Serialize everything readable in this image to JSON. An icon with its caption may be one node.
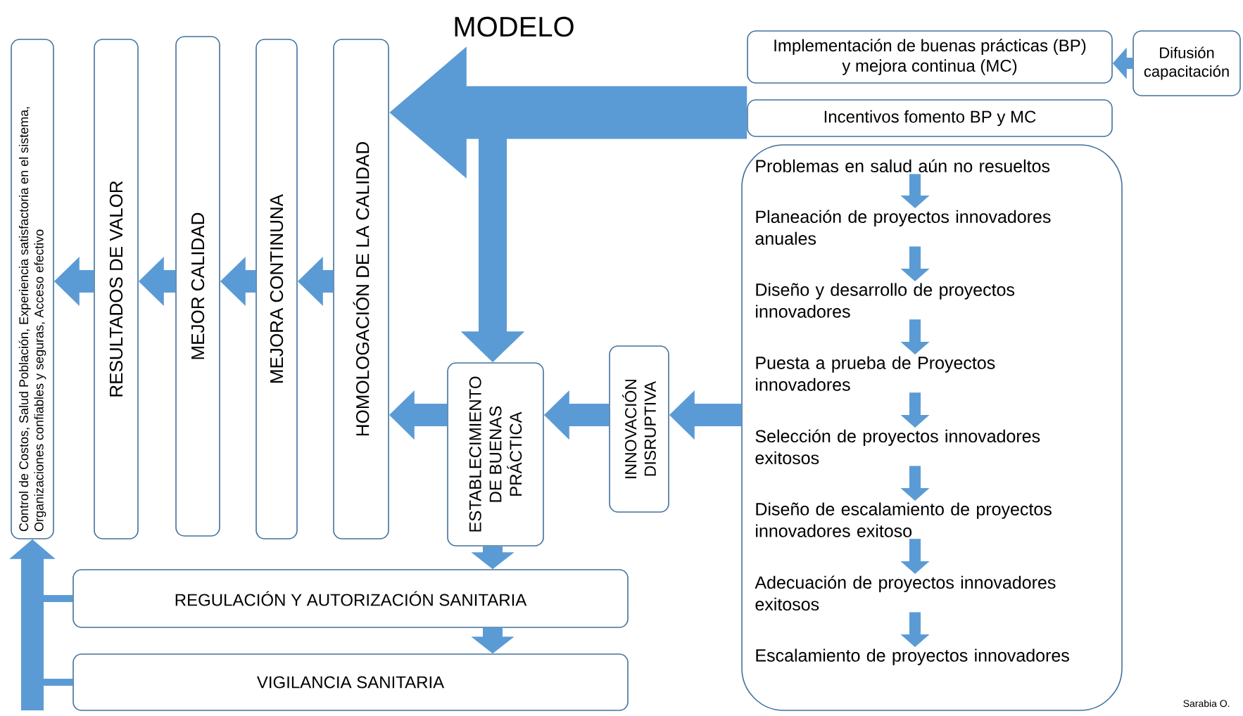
{
  "diagram": {
    "title": "MODELO",
    "nodes": [
      {
        "text": [
          "Control de Costos, Salud Población, Experiencia satisfactoria en el sistema, Organizaciones confiables y seguras, Acceso efectivo"
        ]
      },
      {
        "text": [
          "RESULTADOS DE VALOR"
        ]
      },
      {
        "text": [
          "MEJOR CALIDAD"
        ]
      },
      {
        "text": [
          "MEJORA CONTINUNA"
        ]
      },
      {
        "text": [
          "HOMOLOGACIÓN DE LA CALIDAD"
        ]
      },
      {
        "text": [
          "ESTABLECIMIENTO DE BUENAS PRÁCTICA"
        ]
      },
      {
        "text": [
          "INNOVACIÓN DISRUPTIVA"
        ]
      },
      {
        "text": [
          "Implementación de buenas prácticas (BP) y mejora continua (MC)"
        ]
      },
      {
        "text": [
          "Difusión capacitación"
        ]
      },
      {
        "text": [
          "Incentivos fomento BP y MC"
        ]
      },
      {
        "text": [],
        "shape": "box"
      },
      {
        "text": [
          "Problemas en salud aún no resueltos"
        ],
        "in": 10
      },
      {
        "text": [
          "Planeación de proyectos innovadores anuales"
        ],
        "in": 10
      },
      {
        "text": [
          "Diseño y desarrollo de proyectos innovadores"
        ],
        "in": 10
      },
      {
        "text": [
          "Puesta a prueba de Proyectos innovadores"
        ],
        "in": 10
      },
      {
        "text": [
          "Selección de proyectos innovadores exitosos"
        ],
        "in": 10
      },
      {
        "text": [
          "Diseño de escalamiento de proyectos innovadores exitoso"
        ],
        "in": 10
      },
      {
        "text": [
          "Adecuación de proyectos innovadores exitosos"
        ],
        "in": 10
      },
      {
        "text": [
          "Escalamiento de proyectos innovadores"
        ],
        "in": 10
      },
      {
        "text": [
          "REGULACIÓN Y AUTORIZACIÓN SANITARIA"
        ]
      },
      {
        "text": [
          "VIGILANCIA SANITARIA"
        ]
      }
    ],
    "edges": [
      {
        "from": 9,
        "to": 4,
        "arrow": "to",
        "style": "thick"
      },
      {
        "from": 8,
        "to": 7,
        "arrow": "to"
      },
      {
        "from": null,
        "to": 5,
        "arrow": "to"
      },
      {
        "from": 10,
        "to": 6,
        "arrow": "to"
      },
      {
        "from": 6,
        "to": 5,
        "arrow": "to"
      },
      {
        "from": 5,
        "to": 4,
        "arrow": "to"
      },
      {
        "from": 4,
        "to": 3,
        "arrow": "to"
      },
      {
        "from": 3,
        "to": 2,
        "arrow": "to"
      },
      {
        "from": 2,
        "to": 1,
        "arrow": "to"
      },
      {
        "from": 1,
        "to": 0,
        "arrow": "to"
      },
      {
        "from": 5,
        "to": 19,
        "arrow": "to"
      },
      {
        "from": 19,
        "to": 20,
        "arrow": "to"
      },
      {
        "from": 19,
        "to": 0,
        "arrow": "to"
      },
      {
        "from": 20,
        "to": 0,
        "arrow": "to"
      },
      {
        "from": 11,
        "to": 12,
        "arrow": "to"
      },
      {
        "from": 12,
        "to": 13,
        "arrow": "to"
      },
      {
        "from": 13,
        "to": 14,
        "arrow": "to"
      },
      {
        "from": 14,
        "to": 15,
        "arrow": "to"
      },
      {
        "from": 15,
        "to": 16,
        "arrow": "to"
      },
      {
        "from": 16,
        "to": 17,
        "arrow": "to"
      },
      {
        "from": 17,
        "to": 18,
        "arrow": "to"
      }
    ],
    "labels": [
      "Sarabia O."
    ]
  }
}
